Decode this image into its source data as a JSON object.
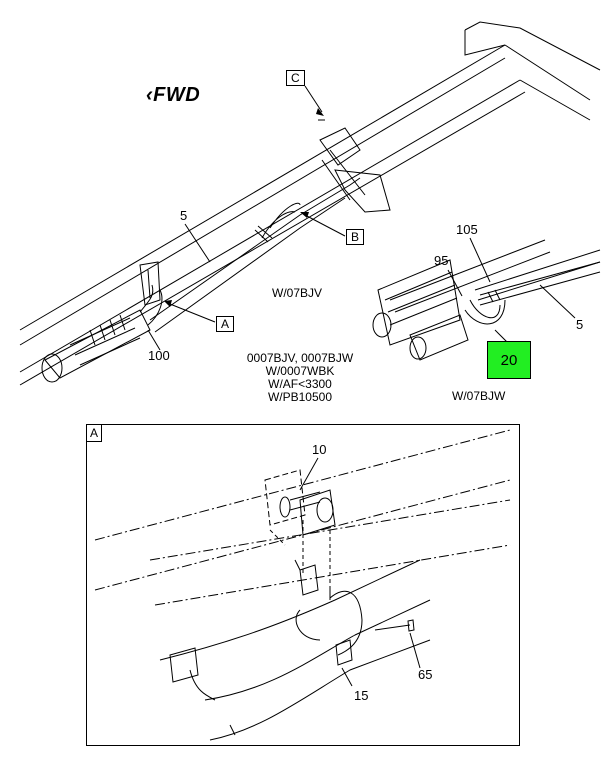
{
  "top_view": {
    "fwd_label": "FWD",
    "callouts": {
      "c": "C",
      "b": "B",
      "a": "A",
      "part_5": "5",
      "part_100": "100"
    },
    "variant_label": "W/07BJV",
    "notes": [
      "0007BJV, 0007BJW",
      "W/0007WBK",
      "W/AF<3300",
      "W/PB10500"
    ]
  },
  "inset_view": {
    "callouts": {
      "part_105": "105",
      "part_95": "95",
      "part_5": "5",
      "part_20": "20"
    },
    "highlight_color": "#22ee22",
    "variant_label": "W/07BJW"
  },
  "detail_a": {
    "tag": "A",
    "callouts": {
      "part_10": "10",
      "part_65": "65",
      "part_15": "15"
    }
  }
}
